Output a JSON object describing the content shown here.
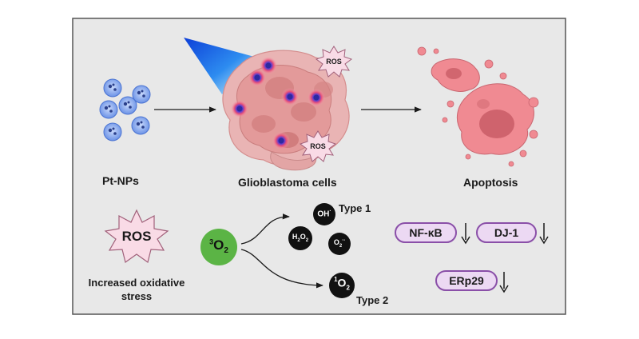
{
  "labels": {
    "nanoparticles": "Pt-NPs",
    "cells": "Glioblastoma cells",
    "apoptosis": "Apoptosis",
    "ros_big": "ROS",
    "stress_line1": "Increased oxidative",
    "stress_line2": "stress",
    "ros_badge_1": "ROS",
    "ros_badge_2": "ROS"
  },
  "chemistry": {
    "source": {
      "pre": "3",
      "base": "O",
      "sub": "2"
    },
    "type1_label": "Type 1",
    "type2_label": "Type 2",
    "hydroxyl": {
      "base": "OH",
      "sup": "·"
    },
    "peroxide": {
      "a": "H",
      "a_sub": "2",
      "b": "O",
      "b_sub": "2"
    },
    "superoxide": {
      "base": "O",
      "sub": "2",
      "sup": "·-"
    },
    "singlet": {
      "pre": "1",
      "base": "O",
      "sub": "2"
    }
  },
  "markers": [
    {
      "name": "NF-κB",
      "direction": "down"
    },
    {
      "name": "DJ-1",
      "direction": "down"
    },
    {
      "name": "ERp29",
      "direction": "down"
    }
  ],
  "colors": {
    "panel_bg": "#e8e8e8",
    "panel_border": "#555555",
    "nanoparticle_blue": "#7aa0ec",
    "cell_pink": "#e89a9a",
    "apoptosis_pink": "#f08a92",
    "ros_star": "#f9dbe6",
    "ros_star_border": "#a0607a",
    "o2_green": "#5bb445",
    "marker_fill": "#ecd9f3",
    "marker_border": "#8a4fa8"
  }
}
